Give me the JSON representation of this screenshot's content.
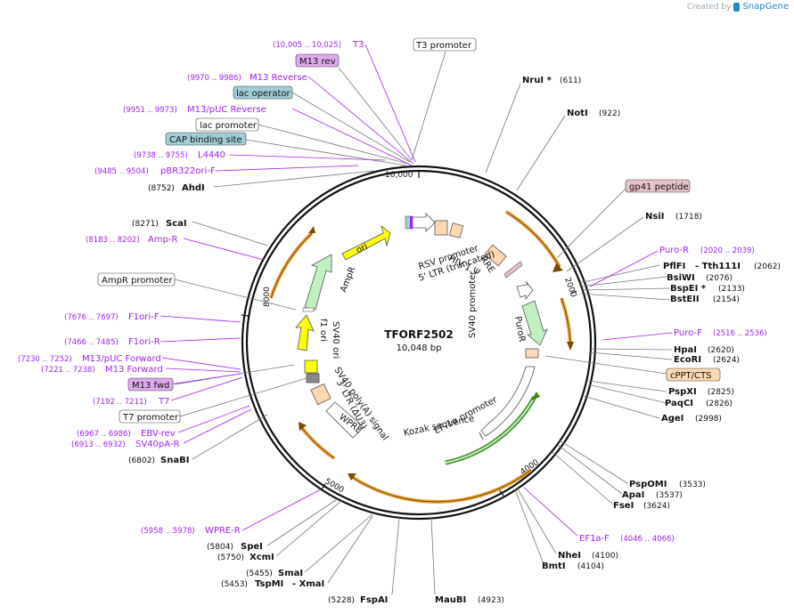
{
  "credit": {
    "prefix": "Created by",
    "brand": "SnapGene"
  },
  "plasmid": {
    "name": "TFORF2502",
    "length": "10,048 bp"
  },
  "ticks": [
    "2000",
    "4000",
    "5000",
    "8000",
    "10,000"
  ],
  "inner_features": {
    "rsv_promoter": "RSV promoter",
    "ltr5": "5' LTR (truncated)",
    "hiv1_psi": "HIV-1 Ψ",
    "rre": "RRE",
    "sv40_promoter": "SV40 promoter",
    "puror": "PuroR",
    "ef1a_promoter": "EF-1α promoter",
    "kozak": "Kozak sequence",
    "wpre": "WPRE",
    "ltr3": "3' LTR (ΔU3)",
    "sv40_polya": "SV40 poly(A) signal",
    "sv40_ori": "SV40 ori",
    "f1_ori": "f1 ori",
    "ampr": "AmpR",
    "ori": "ori"
  },
  "labels_right": [
    {
      "name": "NruI *",
      "pos": "(611)"
    },
    {
      "name": "NotI",
      "pos": "(922)"
    },
    {
      "name": "gp41 peptide",
      "pos": ""
    },
    {
      "name": "NsiI",
      "pos": "(1718)"
    },
    {
      "name": "Puro-R",
      "pos": "(2020 .. 2039)"
    },
    {
      "name": "PflFI",
      "pos": ""
    },
    {
      "name": "- Tth111I",
      "pos": "(2062)"
    },
    {
      "name": "BsiWI",
      "pos": "(2076)"
    },
    {
      "name": "BspEI *",
      "pos": "(2133)"
    },
    {
      "name": "BstEII",
      "pos": "(2154)"
    },
    {
      "name": "Puro-F",
      "pos": "(2516 .. 2536)"
    },
    {
      "name": "HpaI",
      "pos": "(2620)"
    },
    {
      "name": "EcoRI",
      "pos": "(2624)"
    },
    {
      "name": "cPPT/CTS",
      "pos": ""
    },
    {
      "name": "PspXI",
      "pos": "(2825)"
    },
    {
      "name": "PaqCI",
      "pos": "(2826)"
    },
    {
      "name": "AgeI",
      "pos": "(2998)"
    },
    {
      "name": "PspOMI",
      "pos": "(3533)"
    },
    {
      "name": "ApaI",
      "pos": "(3537)"
    },
    {
      "name": "FseI",
      "pos": "(3624)"
    },
    {
      "name": "EF1a-F",
      "pos": "(4046 .. 4066)"
    },
    {
      "name": "NheI",
      "pos": "(4100)"
    },
    {
      "name": "BmtI",
      "pos": "(4104)"
    },
    {
      "name": "MauBI",
      "pos": "(4923)"
    },
    {
      "name": "FspAI",
      "pos": "(5228)"
    }
  ],
  "labels_left": [
    {
      "name": "T3",
      "pos": "(10,005 .. 10,025)"
    },
    {
      "name": "T3 promoter",
      "pos": ""
    },
    {
      "name": "M13 rev",
      "pos": ""
    },
    {
      "name": "M13 Reverse",
      "pos": "(9970 .. 9986)"
    },
    {
      "name": "lac operator",
      "pos": ""
    },
    {
      "name": "M13/pUC Reverse",
      "pos": "(9951 .. 9973)"
    },
    {
      "name": "lac promoter",
      "pos": ""
    },
    {
      "name": "CAP binding site",
      "pos": ""
    },
    {
      "name": "L4440",
      "pos": "(9738 .. 9755)"
    },
    {
      "name": "pBR322ori-F",
      "pos": "(9485 .. 9504)"
    },
    {
      "name": "AhdI",
      "pos": "(8752)"
    },
    {
      "name": "ScaI",
      "pos": "(8271)"
    },
    {
      "name": "Amp-R",
      "pos": "(8183 .. 8202)"
    },
    {
      "name": "AmpR promoter",
      "pos": ""
    },
    {
      "name": "F1ori-F",
      "pos": "(7676 .. 7697)"
    },
    {
      "name": "F1ori-R",
      "pos": "(7466 .. 7485)"
    },
    {
      "name": "M13/pUC Forward",
      "pos": "(7230 .. 7252)"
    },
    {
      "name": "M13 Forward",
      "pos": "(7221 .. 7238)"
    },
    {
      "name": "M13 fwd",
      "pos": ""
    },
    {
      "name": "T7",
      "pos": "(7192 .. 7211)"
    },
    {
      "name": "T7 promoter",
      "pos": ""
    },
    {
      "name": "EBV-rev",
      "pos": "(6967 .. 6986)"
    },
    {
      "name": "SV40pA-R",
      "pos": "(6913 .. 6932)"
    },
    {
      "name": "SnaBI",
      "pos": "(6802)"
    },
    {
      "name": "WPRE-R",
      "pos": "(5958 .. 5978)"
    },
    {
      "name": "SpeI",
      "pos": "(5804)"
    },
    {
      "name": "XcmI",
      "pos": "(5750)"
    },
    {
      "name": "SmaI",
      "pos": "(5455)"
    },
    {
      "name": "TspMI",
      "pos": "(5453)"
    },
    {
      "name": "- XmaI",
      "pos": ""
    }
  ],
  "colors": {
    "enzyme": "#111111",
    "primer": "#a020f0",
    "line_gray": "#777777",
    "line_purple": "#a020f0",
    "orf_orange": "#e8a33c",
    "green_feat": "#bff0c0",
    "green_arrow": "#3f8a1e",
    "yellow_feat": "#ffff00",
    "peach_feat": "#fdd8b0",
    "blue_box": "#9fcfd6",
    "purple_box": "#e0a8f0",
    "pink_box": "#e8c0c8"
  }
}
